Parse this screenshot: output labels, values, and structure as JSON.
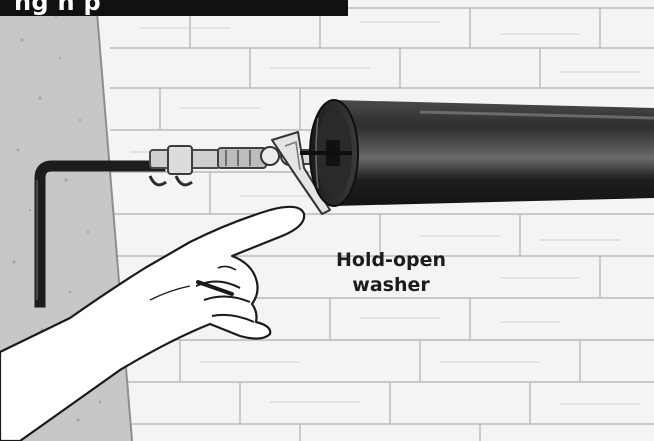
{
  "header": {
    "label": "ng      h      p"
  },
  "callout": {
    "line1": "Hold-open",
    "line2": "washer"
  },
  "colors": {
    "brick": "#f4f4f4",
    "mortar": "#b9b9b9",
    "concrete": "#c7c7c7",
    "tube": "#2a2a2a",
    "metal": "#9a9a9a",
    "banner": "#111111"
  },
  "icons": [
    "hex-key-icon",
    "pointing-hand-icon",
    "hold-open-washer-icon",
    "curtain-rod-icon"
  ]
}
